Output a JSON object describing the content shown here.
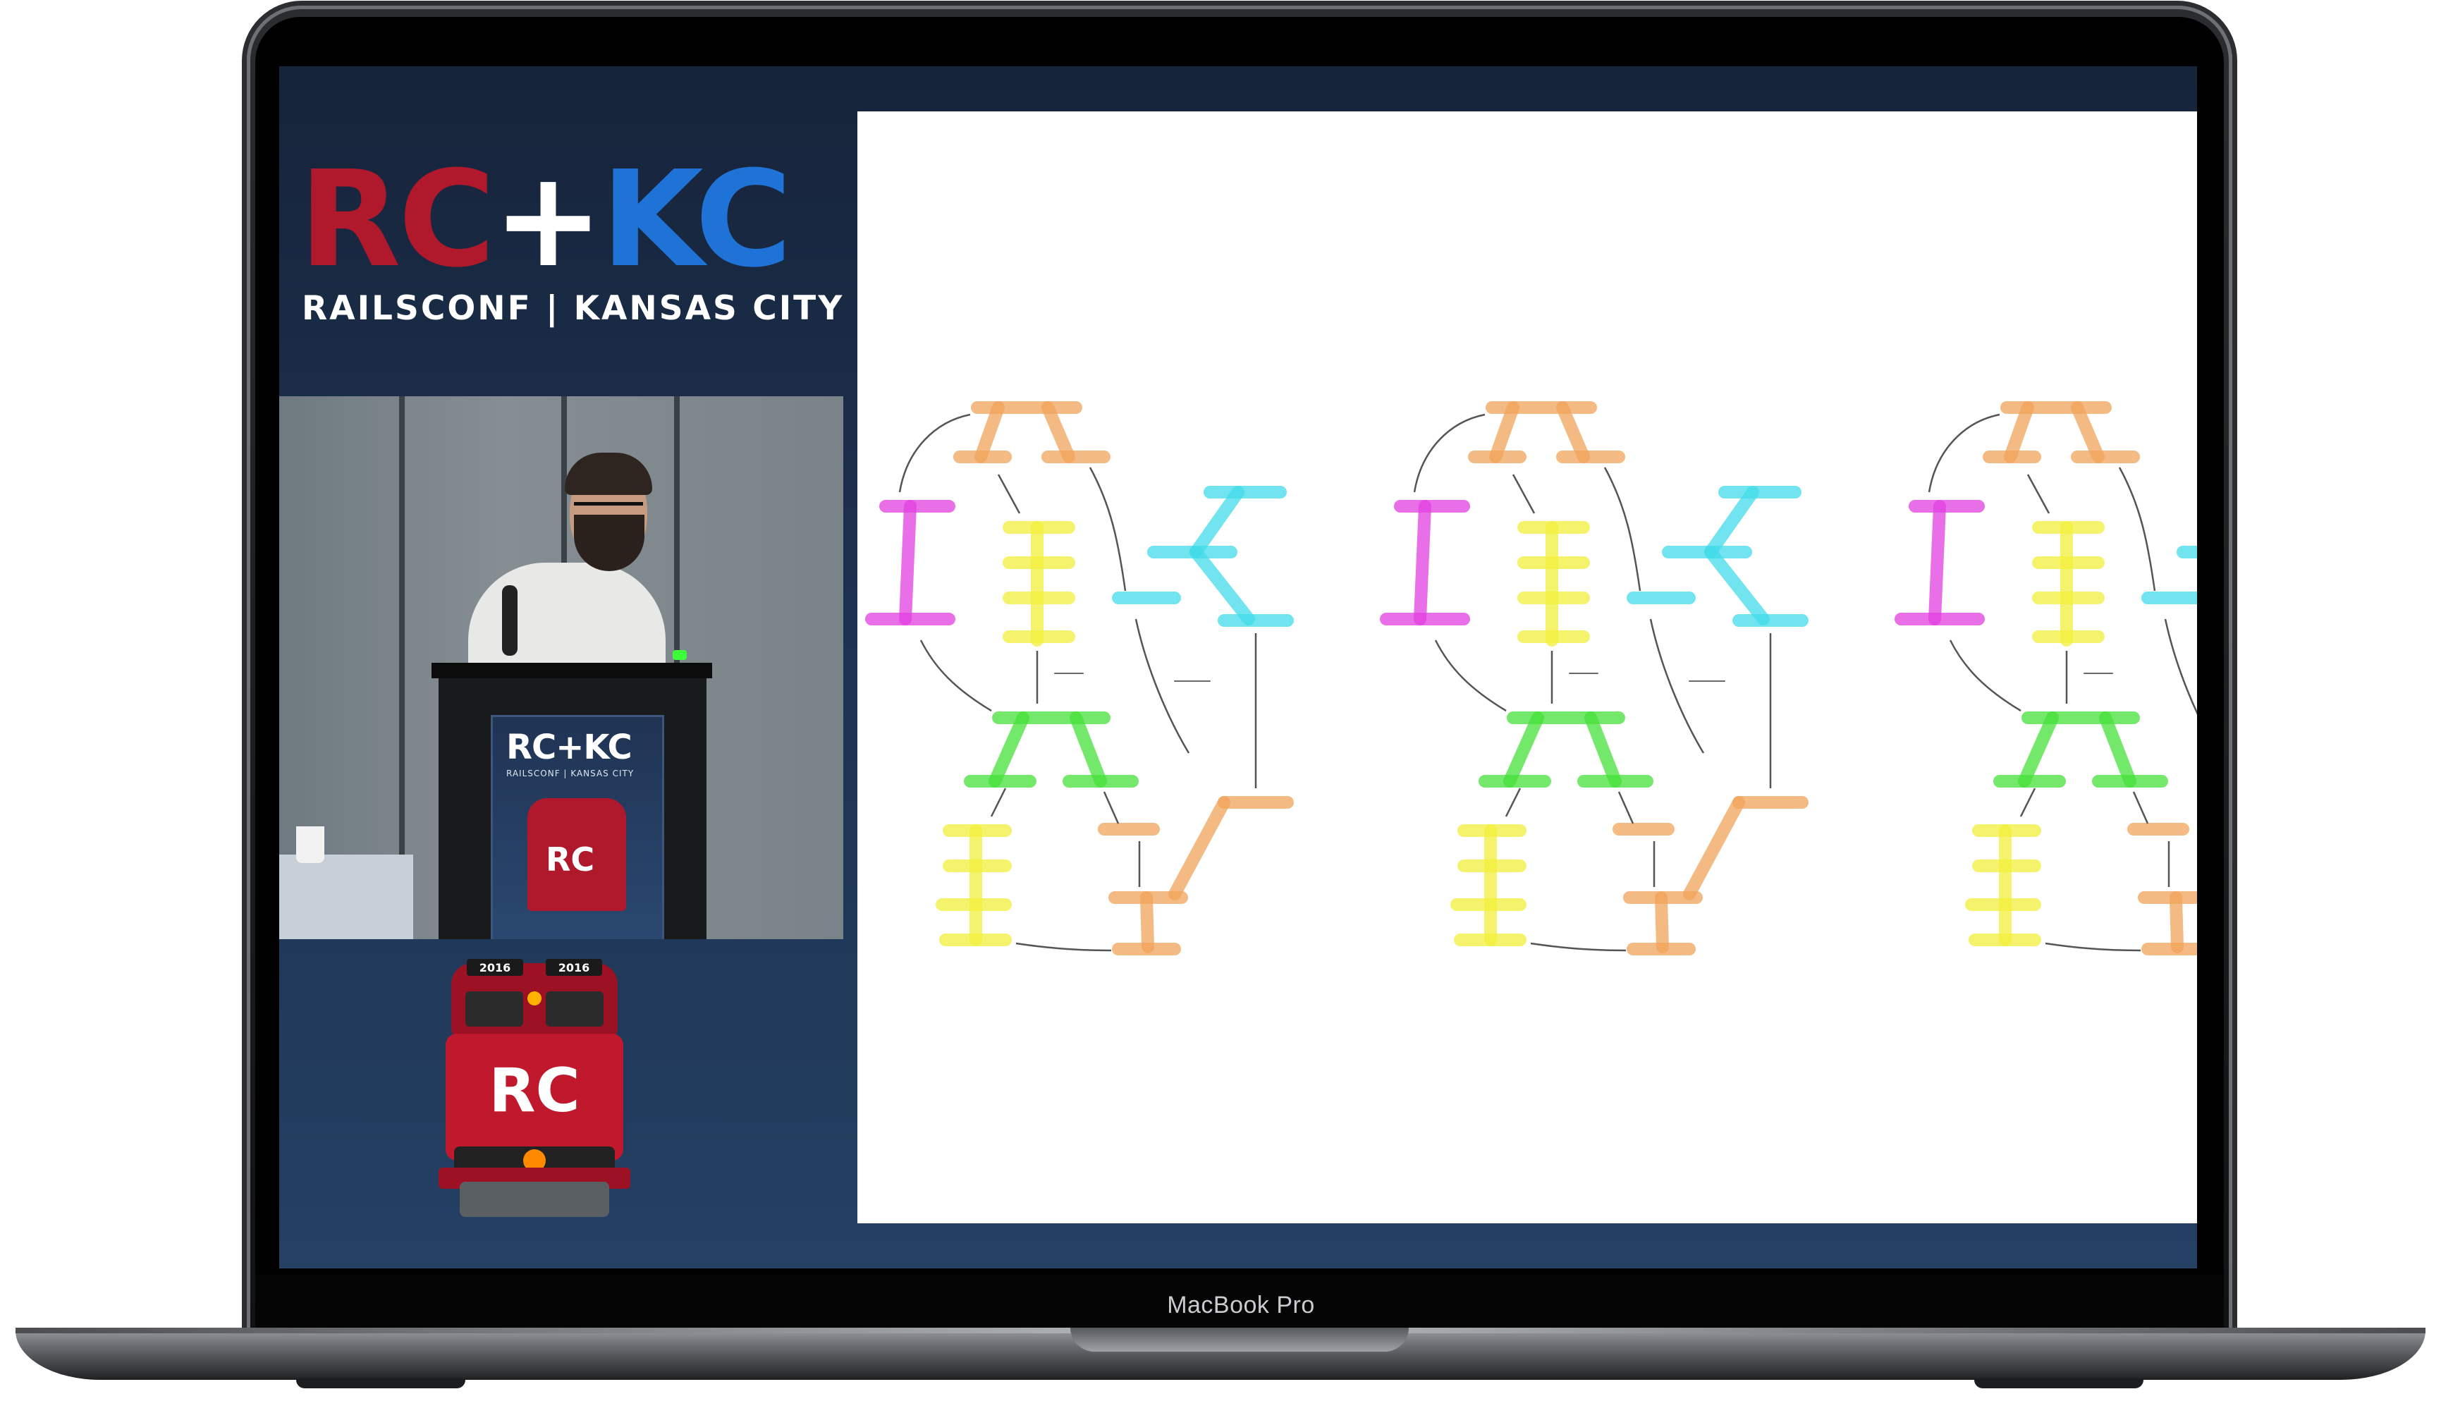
{
  "device": {
    "model_label": "MacBook Pro"
  },
  "conference": {
    "logo_rc": "RC",
    "logo_plus": "+",
    "logo_kc": "KC",
    "logo_subtitle": "RAILSCONF | KANSAS CITY"
  },
  "podium": {
    "logo": "RC+KC",
    "subtitle": "RAILSCONF | KANSAS CITY",
    "train_text": "RC"
  },
  "train": {
    "number_left": "2016",
    "number_right": "2016",
    "badge": "RC"
  },
  "colors": {
    "rc_red": "#b0182c",
    "kc_blue": "#1f73d6",
    "magenta": "#e23fe0",
    "orange": "#f0a35a",
    "yellow": "#f2ef3b",
    "green": "#45e03a",
    "cyan": "#43dbe9"
  }
}
